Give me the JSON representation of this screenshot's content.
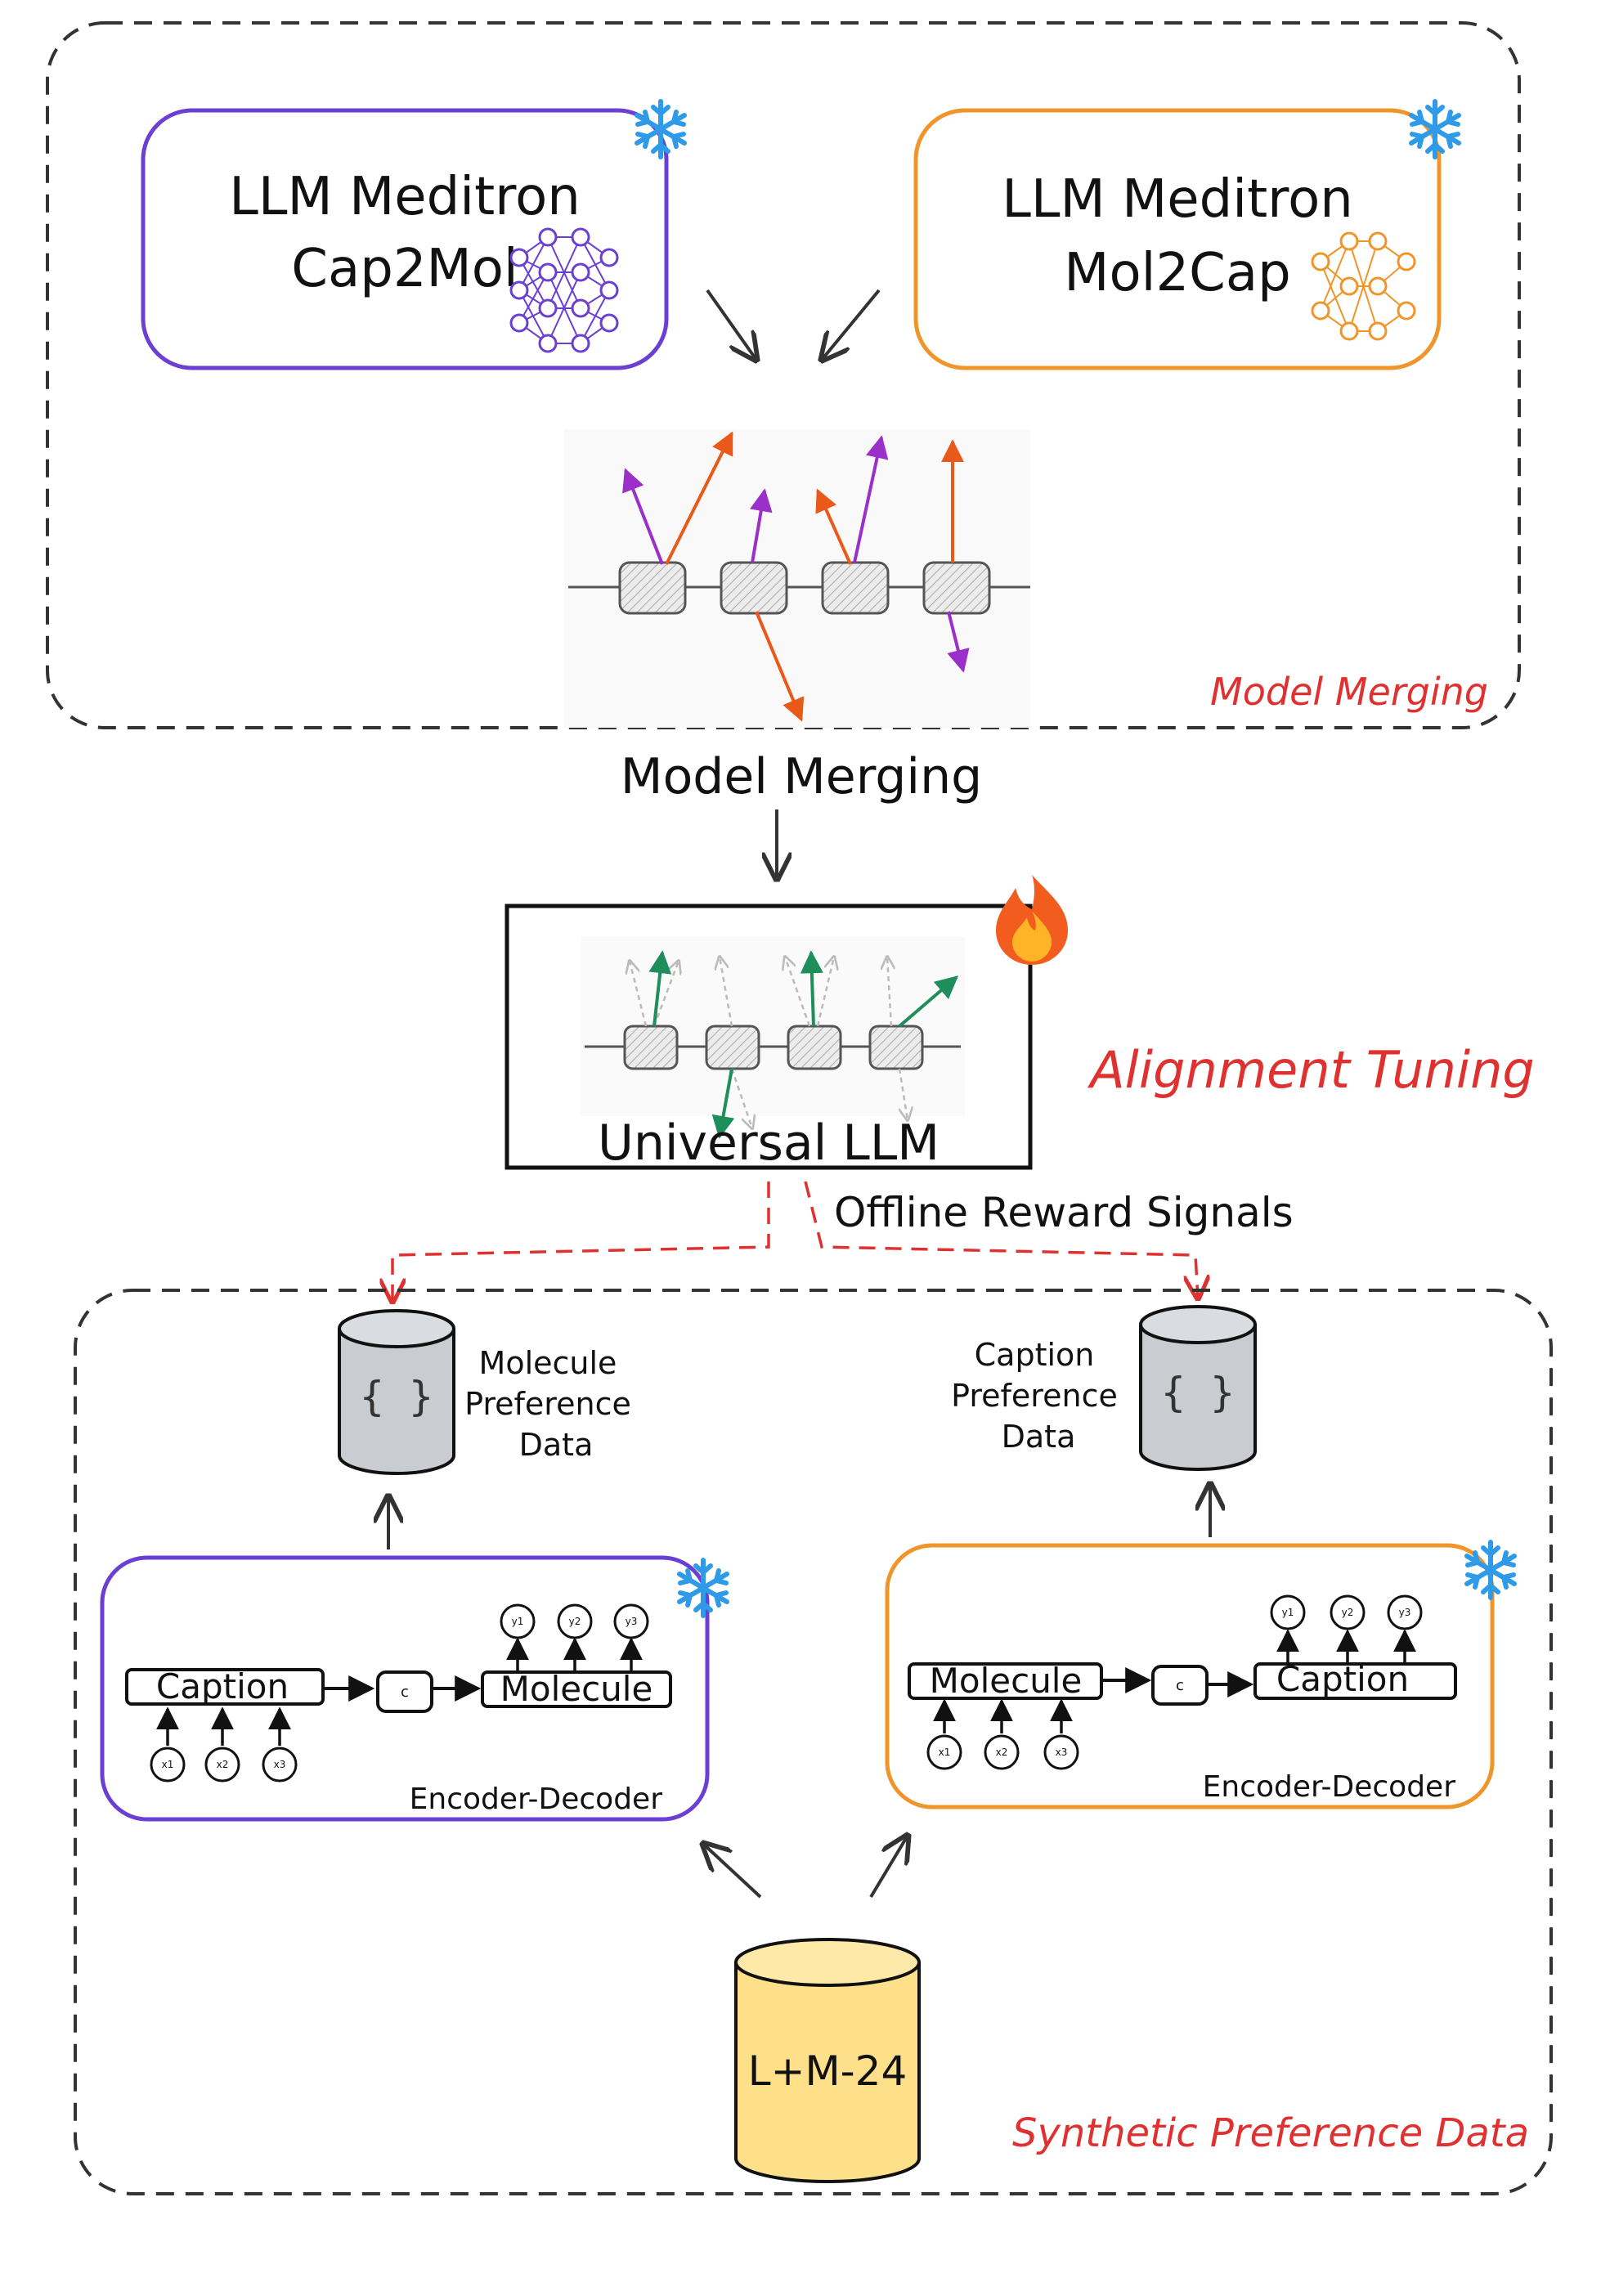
{
  "top_section": {
    "label": "Model Merging",
    "model_left": {
      "line1": "LLM Meditron",
      "line2": "Cap2Mol",
      "color": "#6a3fd1"
    },
    "model_right": {
      "line1": "LLM Meditron",
      "line2": "Mol2Cap",
      "color": "#f0952a"
    }
  },
  "merge_label": "Model Merging",
  "universal_llm": {
    "label": "Universal LLM"
  },
  "alignment_label": "Alignment Tuning",
  "reward_label": "Offline Reward Signals",
  "bottom_section": {
    "label": "Synthetic Preference Data",
    "left_db": {
      "symbol": "{ }",
      "line1": "Molecule",
      "line2": "Preference",
      "line3": "Data"
    },
    "right_db": {
      "symbol": "{ }",
      "line1": "Caption",
      "line2": "Preference",
      "line3": "Data"
    },
    "left_encdec": {
      "input": "Caption",
      "output": "Molecule",
      "middle": "c",
      "caption": "Encoder-Decoder",
      "x_tokens": [
        "x1",
        "x2",
        "x3"
      ],
      "y_tokens": [
        "y1",
        "y2",
        "y3"
      ]
    },
    "right_encdec": {
      "input": "Molecule",
      "output": "Caption",
      "middle": "c",
      "caption": "Encoder-Decoder",
      "x_tokens": [
        "x1",
        "x2",
        "x3"
      ],
      "y_tokens": [
        "y1",
        "y2",
        "y3"
      ]
    },
    "dataset": {
      "label": "L+M-24"
    }
  },
  "colors": {
    "purple": "#6a3fd1",
    "orange": "#f0952a",
    "red_label": "#e03131",
    "green_arrow": "#1e8e5a",
    "snowflake": "#2f9be8",
    "db_gray": "#c9ccd1",
    "db_yellow": "#ffe08a"
  }
}
